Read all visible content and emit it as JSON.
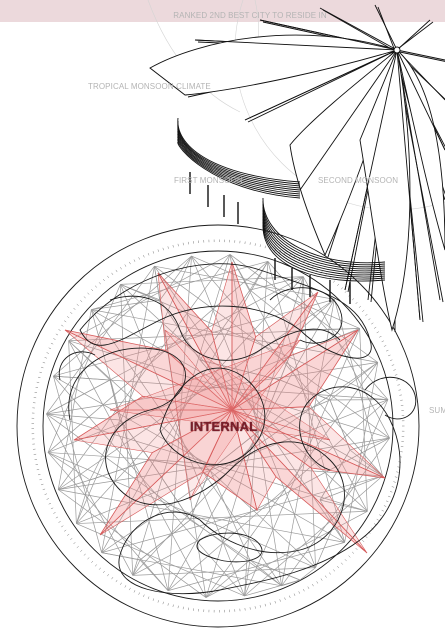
{
  "banner": {
    "color": "#ecd9dc"
  },
  "labels": {
    "ranked": "RANKED 2ND BEST CITY TO RESIDE IN",
    "tropical": "TROPICAL MONSOON CLIMATE",
    "first_monsoon": "FIRST MONSOON",
    "second_monsoon": "SECOND MONSOON",
    "summer": "SUMMER"
  },
  "center_label": "INTERNAL",
  "colors": {
    "star_fill": "#f08a8a",
    "star_stroke": "#d65a5a",
    "mesh": "#9a9a9a",
    "ink": "#1a1a1a",
    "label_grey": "#b4b4b4"
  }
}
